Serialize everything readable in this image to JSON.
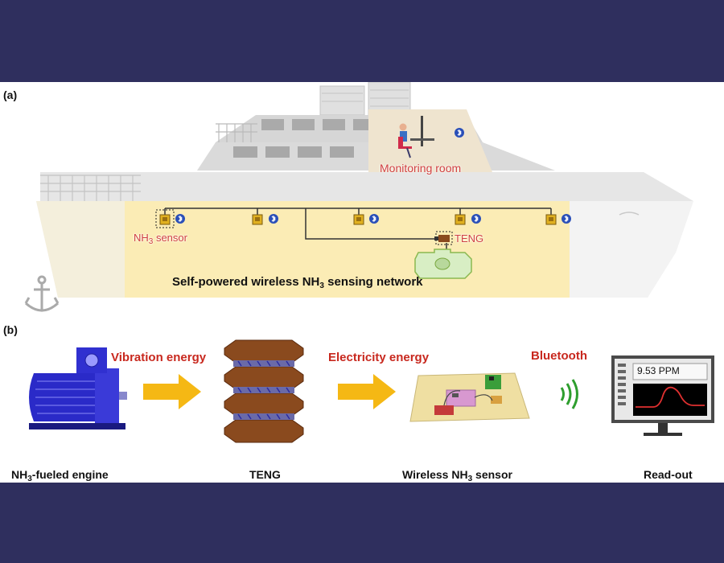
{
  "panel_a": {
    "label": "(a)",
    "monitoring_room": "Monitoring room",
    "sensor_label": {
      "pre": "NH",
      "sub": "3",
      "post": " sensor"
    },
    "teng_label": "TENG",
    "network_label": {
      "pre": "Self-powered wireless NH",
      "sub": "3",
      "post": " sensing network"
    }
  },
  "panel_b": {
    "label": "(b)",
    "arrows": [
      "Vibration energy",
      "Electricity energy",
      "Bluetooth"
    ],
    "captions": {
      "engine": {
        "pre": "NH",
        "sub": "3",
        "post": "-fueled engine"
      },
      "teng": "TENG",
      "sensor": {
        "pre": "Wireless NH",
        "sub": "3",
        "post": " sensor"
      },
      "readout": "Read-out"
    },
    "readout_value": "9.53 PPM"
  },
  "colors": {
    "background": "#2f2f5e",
    "sensor_zone": "#fbecb5",
    "arrow": "#f5b814",
    "arrow_text": "#c8281e",
    "engine": "#2a2ac8",
    "teng": "#8a4a1e",
    "wifi": "#2e9e2e",
    "bluetooth": "#2a4fb8"
  }
}
